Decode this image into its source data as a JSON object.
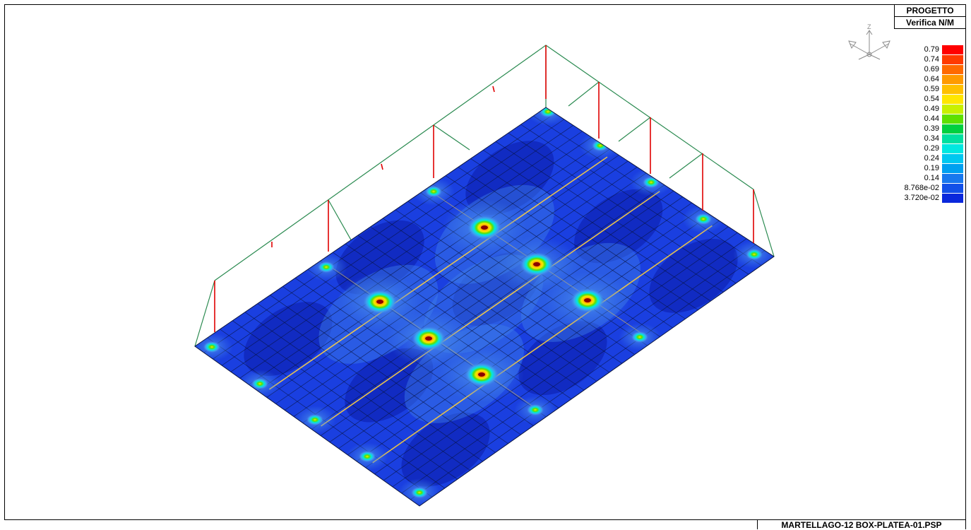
{
  "header": {
    "project_label": "PROGETTO",
    "analysis_label": "Verifica N/M"
  },
  "footer": {
    "file_name": "MARTELLAGO-12 BOX-PLATEA-01.PSP"
  },
  "axis_triad": {
    "z_label": "Z"
  },
  "legend": {
    "entries": [
      {
        "label": "0.79",
        "color": "#ff0000"
      },
      {
        "label": "0.74",
        "color": "#ff3a00"
      },
      {
        "label": "0.69",
        "color": "#ff6a00"
      },
      {
        "label": "0.64",
        "color": "#ff9a00"
      },
      {
        "label": "0.59",
        "color": "#ffc000"
      },
      {
        "label": "0.54",
        "color": "#ffe600"
      },
      {
        "label": "0.49",
        "color": "#c8f000"
      },
      {
        "label": "0.44",
        "color": "#5ee000"
      },
      {
        "label": "0.39",
        "color": "#00d040"
      },
      {
        "label": "0.34",
        "color": "#00e0a0"
      },
      {
        "label": "0.29",
        "color": "#00e8e0"
      },
      {
        "label": "0.24",
        "color": "#00c8f0"
      },
      {
        "label": "0.19",
        "color": "#00a0f0"
      },
      {
        "label": "0.14",
        "color": "#1878ee"
      },
      {
        "label": "8.768e-02",
        "color": "#1250e8"
      },
      {
        "label": "3.720e-02",
        "color": "#0a28dc"
      }
    ]
  },
  "colors": {
    "slab_base": "#1a3fe0",
    "slab_dark": "#0f25b8",
    "slab_light": "#3f7fe8",
    "mesh_line": "#0a1440",
    "beam_line": "#ffd040",
    "column": "#e00000",
    "frame_green": "#2a8a50"
  }
}
